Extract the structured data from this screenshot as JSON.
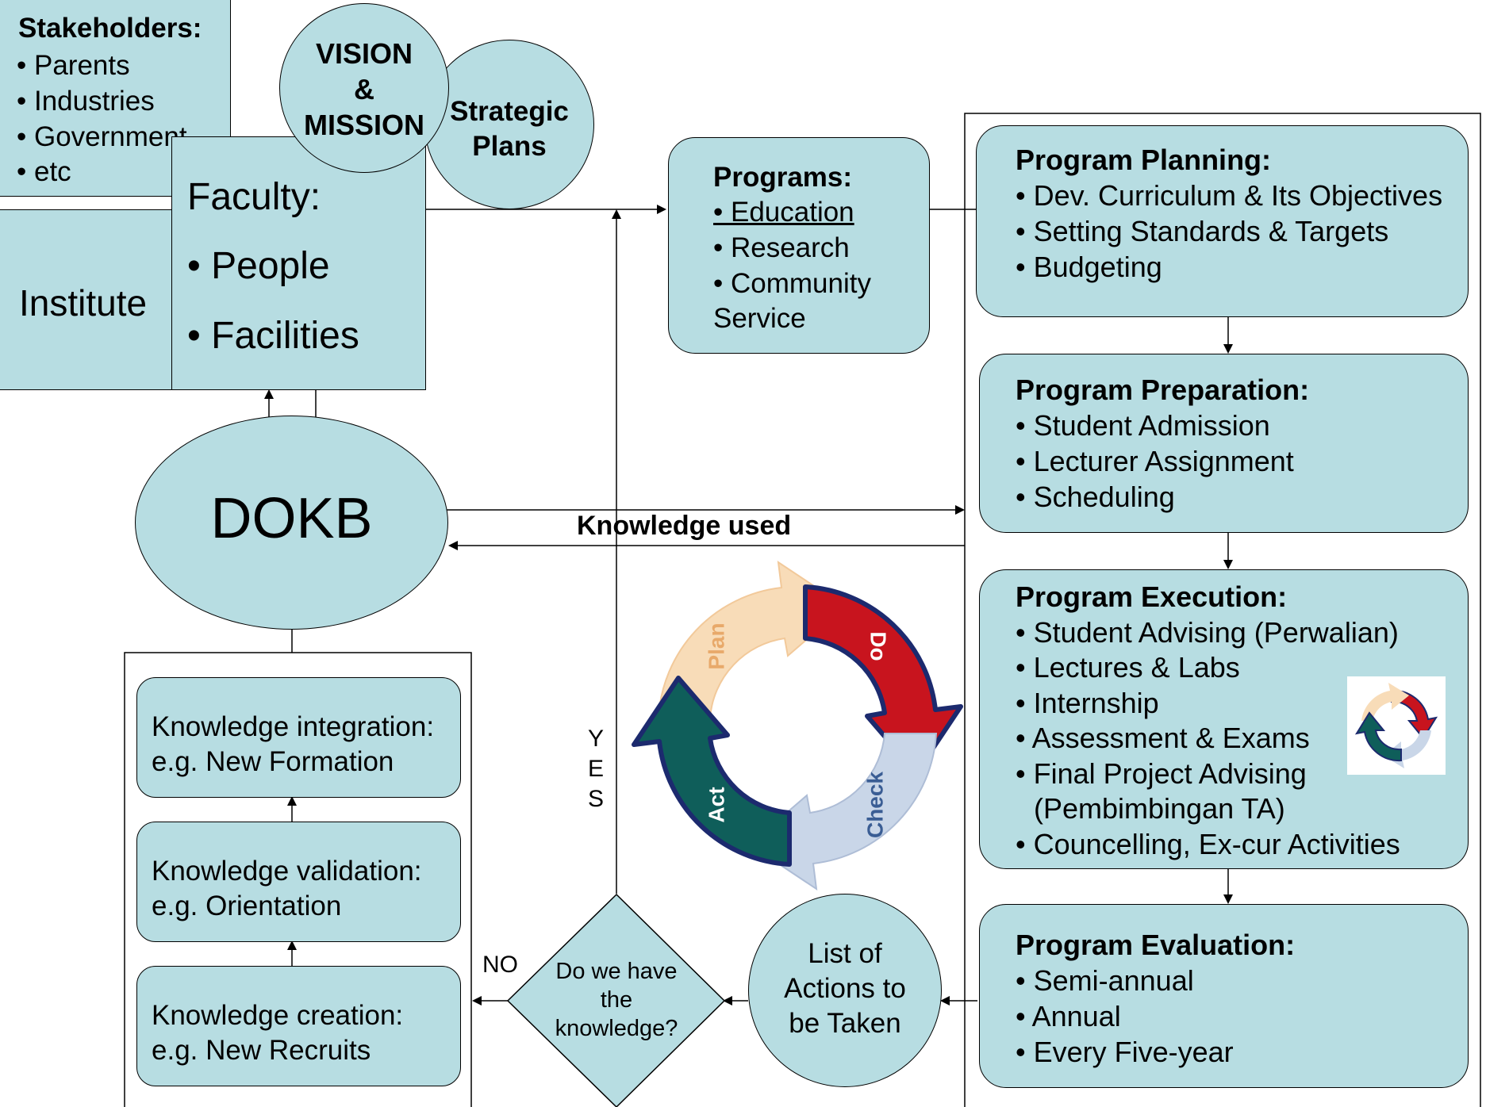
{
  "stakeholders": {
    "title": "Stakeholders:",
    "items": [
      "• Parents",
      "• Industries",
      "• Government",
      "• etc"
    ]
  },
  "vision": [
    "VISION",
    "&",
    "MISSION"
  ],
  "strategic": [
    "Strategic",
    "Plans"
  ],
  "faculty": {
    "title": "Faculty:",
    "items": [
      "• People",
      "• Facilities"
    ]
  },
  "institute": "Institute",
  "programs": {
    "title": "Programs:",
    "items": [
      "• Education",
      "• Research",
      "• Community",
      "Service"
    ]
  },
  "dokb": "DOKB",
  "knowledge_used": "Knowledge used",
  "planning": {
    "title": "Program Planning:",
    "items": [
      "• Dev. Curriculum & Its Objectives",
      "• Setting Standards & Targets",
      "• Budgeting"
    ]
  },
  "preparation": {
    "title": "Program Preparation:",
    "items": [
      "• Student Admission",
      "• Lecturer Assignment",
      "• Scheduling"
    ]
  },
  "execution": {
    "title": "Program Execution:",
    "items": [
      "• Student Advising (Perwalian)",
      "• Lectures & Labs",
      "• Internship",
      "• Assessment & Exams",
      "• Final Project Advising",
      "(Pembimbingan TA)",
      "• Councelling, Ex-cur Activities"
    ]
  },
  "evaluation": {
    "title": "Program Evaluation:",
    "items": [
      "• Semi-annual",
      "• Annual",
      "• Every Five-year"
    ]
  },
  "knowledge": {
    "integration": [
      "Knowledge integration:",
      "e.g. New Formation"
    ],
    "validation": [
      "Knowledge validation:",
      "e.g. Orientation"
    ],
    "creation": [
      "Knowledge creation:",
      "e.g. New Recruits"
    ]
  },
  "decision": [
    "Do we have",
    "the",
    "knowledge?"
  ],
  "actions": [
    "List of",
    "Actions to",
    "be Taken"
  ],
  "yes_letters": [
    "Y",
    "E",
    "S"
  ],
  "no_label": "NO",
  "pdca": {
    "labels": [
      "Plan",
      "Do",
      "Check",
      "Act"
    ],
    "colors": {
      "plan": "#f8dcb8",
      "do": "#c8141e",
      "check": "#c9d6e8",
      "act": "#0f5e5a",
      "outline": "#1c2a6e"
    }
  },
  "colors": {
    "box_fill": "#b7dde2",
    "stroke": "#000000"
  }
}
